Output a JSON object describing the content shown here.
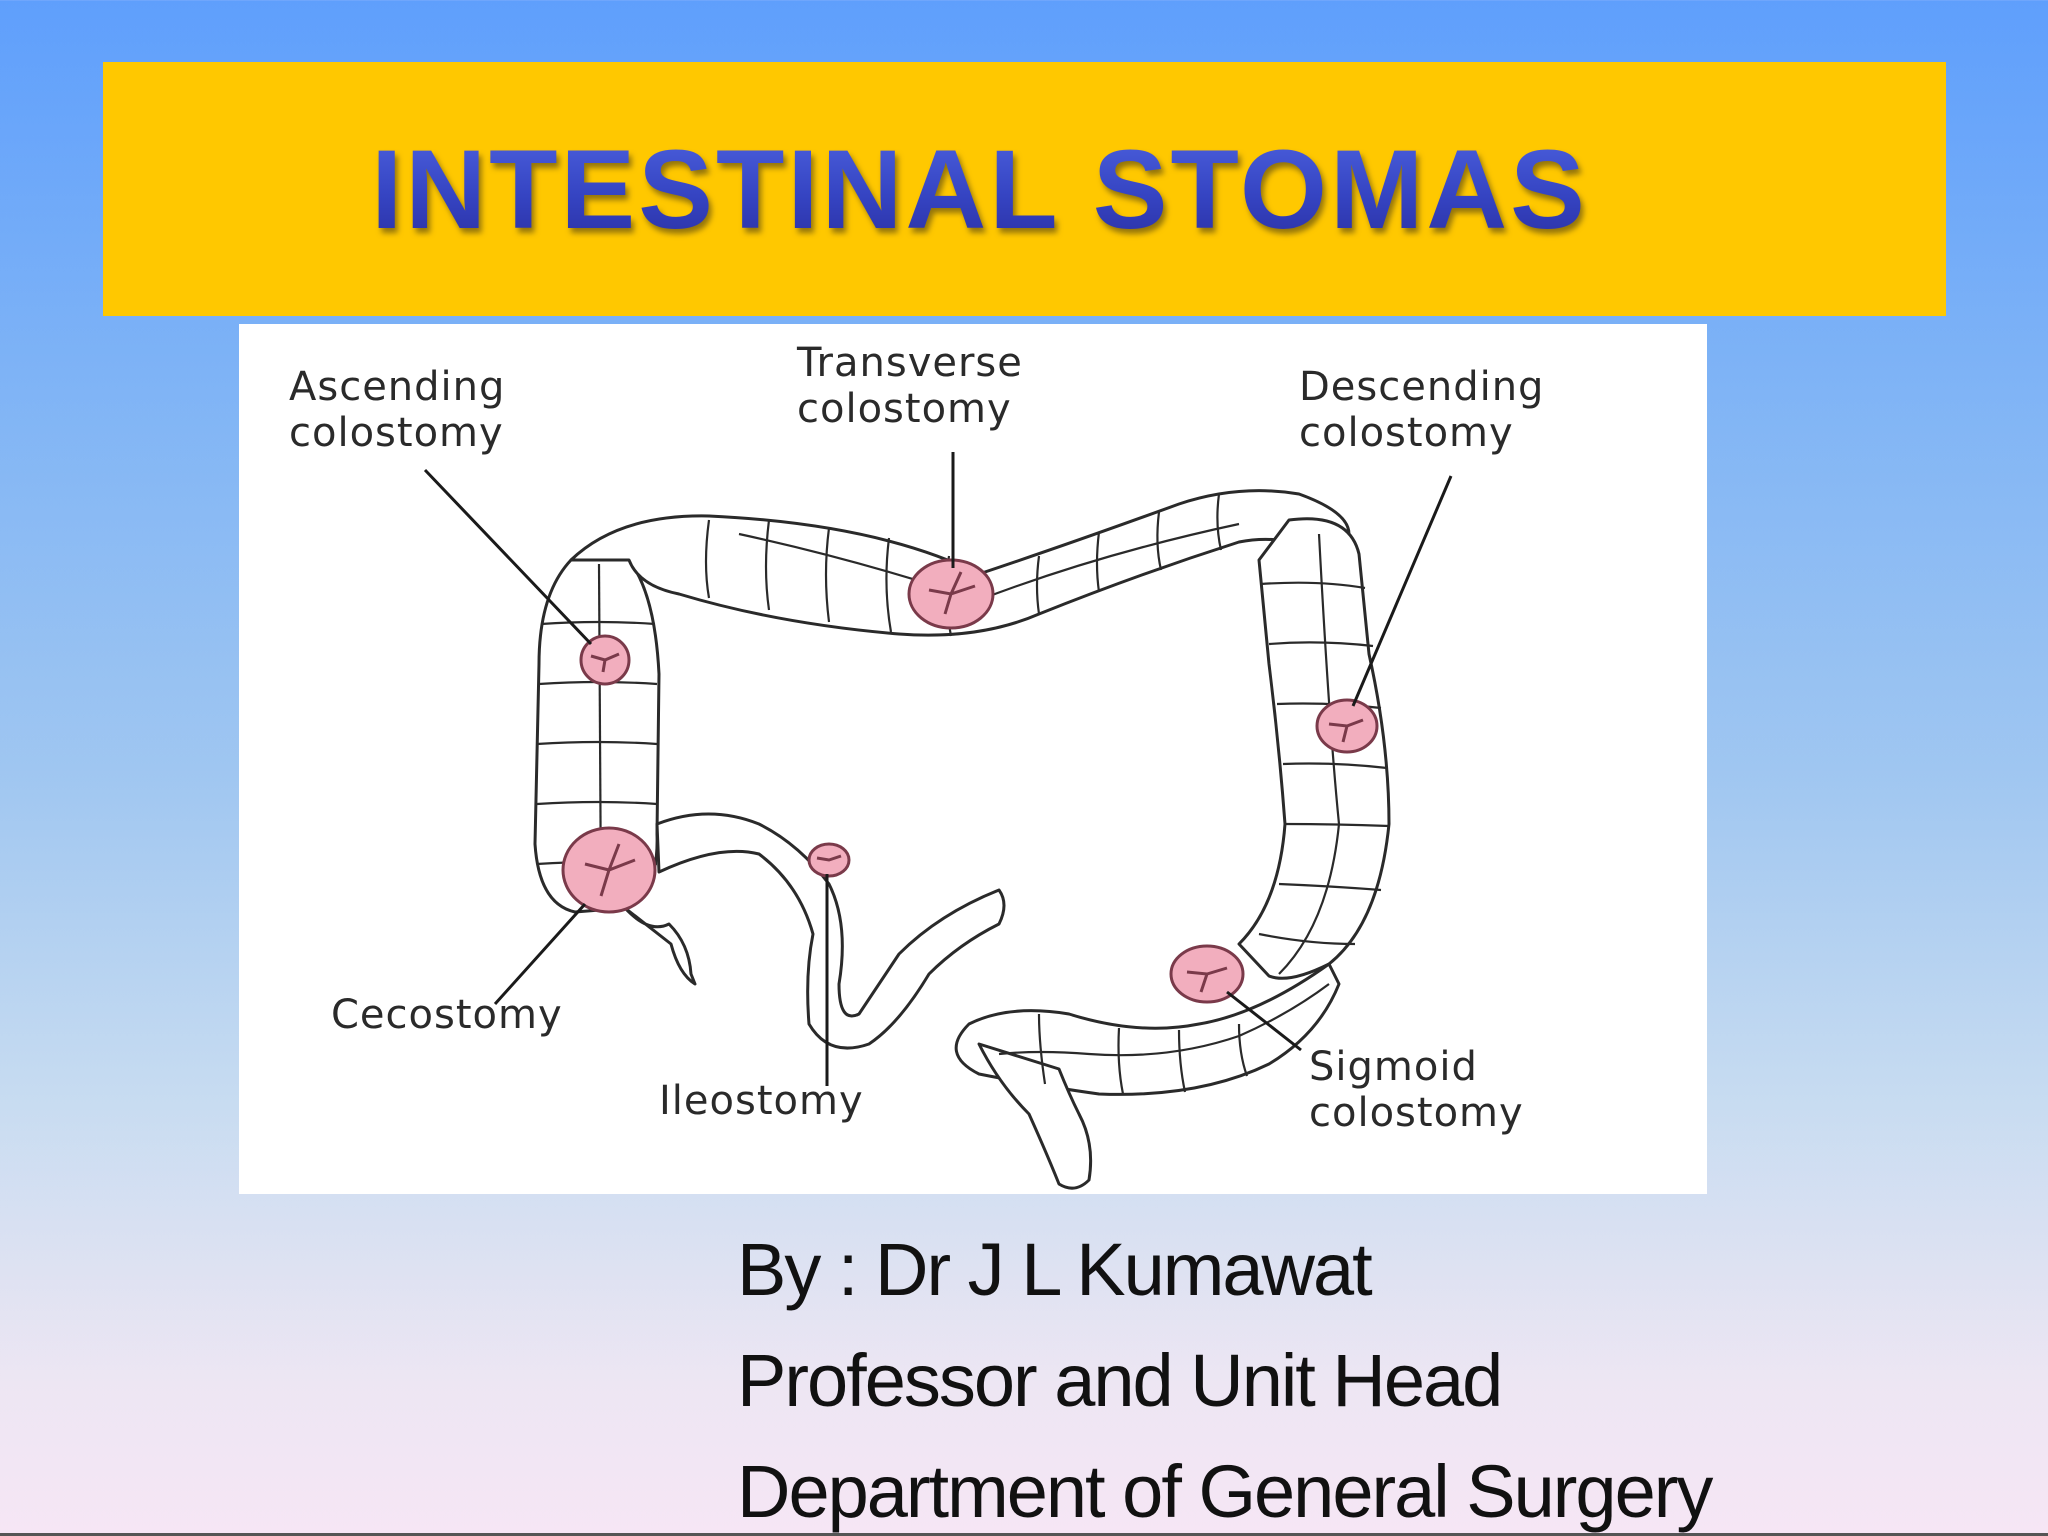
{
  "slide": {
    "title": "INTESTINAL STOMAS",
    "author_lines": [
      "By : Dr J L Kumawat",
      "Professor and Unit Head",
      "Department of General Surgery"
    ],
    "colors": {
      "banner": "#ffc800",
      "title_text": "#3a44c8",
      "stoma": "#f2aebe"
    }
  },
  "diagram": {
    "labels": {
      "ascending": [
        "Ascending",
        "colostomy"
      ],
      "transverse": [
        "Transverse",
        "colostomy"
      ],
      "descending": [
        "Descending",
        "colostomy"
      ],
      "cecostomy": "Cecostomy",
      "ileostomy": "Ileostomy",
      "sigmoid": [
        "Sigmoid",
        "colostomy"
      ]
    }
  }
}
